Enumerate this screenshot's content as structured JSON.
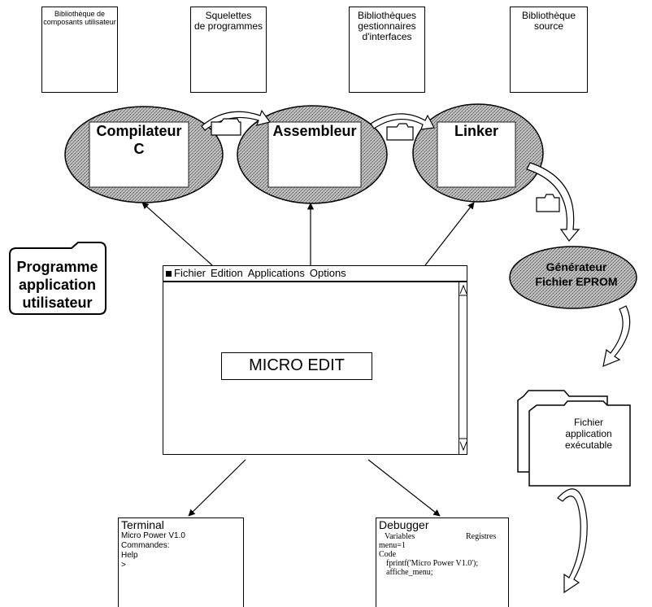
{
  "libraries": [
    {
      "title_lines": [
        "Bibliothèque de",
        "composants utilisateur"
      ]
    },
    {
      "title_lines": [
        "Squelettes",
        "de programmes"
      ]
    },
    {
      "title_lines": [
        "Bibliothèques",
        "gestionnaires",
        "d'interfaces"
      ]
    },
    {
      "title_lines": [
        "Bibliothèque",
        "source"
      ]
    }
  ],
  "tools": {
    "compiler": [
      "Compilateur",
      "C"
    ],
    "assembler": "Assembleur",
    "linker": "Linker",
    "eprom": [
      "Générateur",
      "Fichier EPROM"
    ]
  },
  "user_program": [
    "Programme",
    "application",
    "utilisateur"
  ],
  "editor": {
    "menu": [
      "Fichier",
      "Edition",
      "Applications",
      "Options"
    ],
    "title": "MICRO EDIT"
  },
  "executable": [
    "Fichier",
    "application",
    "exécutable"
  ],
  "terminal": {
    "title": "Terminal",
    "lines": [
      "Micro Power V1.0",
      "Commandes:",
      "Help",
      ">"
    ]
  },
  "debugger": {
    "title": "Debugger",
    "col_left": "Variables",
    "col_right": "Registres",
    "lines": [
      "menu=1",
      "Code",
      "fprintf('Micro Power V1.0');",
      "affiche_menu;"
    ]
  }
}
